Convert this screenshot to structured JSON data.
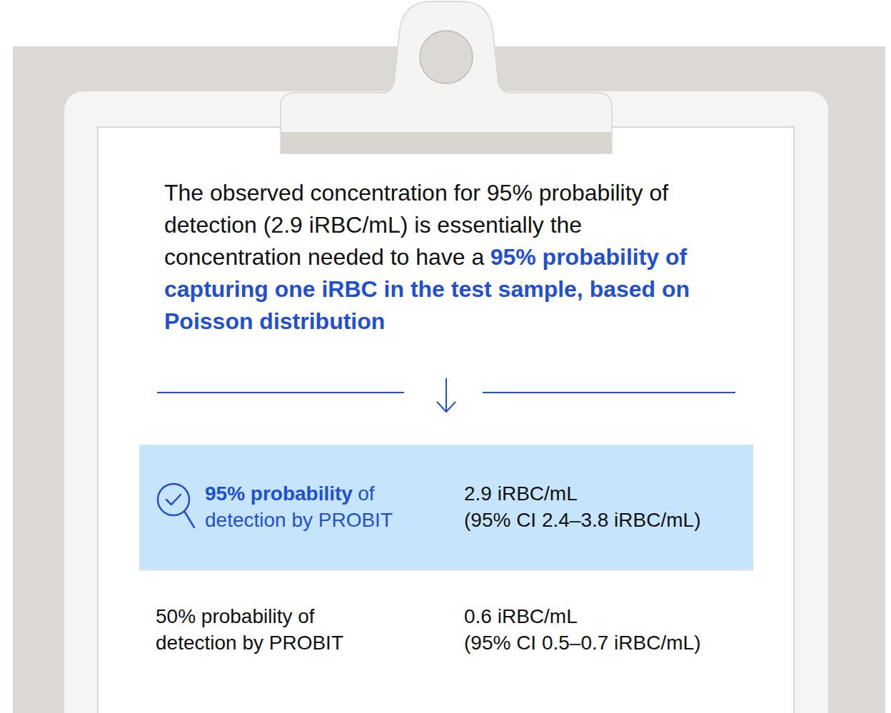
{
  "diagram": {
    "nodes": [
      {
        "text": [
          "95% probability",
          "of detection by PROBIT",
          "2.9 iRBC/mL",
          "(95% CI 2.4–3.8 iRBC/mL)"
        ]
      }
    ],
    "labels": [
      "The observed concentration for 95% probability of detection (2.9 iRBC/mL) is essentially the concentration needed to have a",
      "95% probability of capturing one iRBC in the test sample, based on Poisson distribution",
      "50% probability of detection by PROBIT",
      "0.6 iRBC/mL",
      "(95% CI 0.5–0.7 iRBC/mL)"
    ]
  }
}
